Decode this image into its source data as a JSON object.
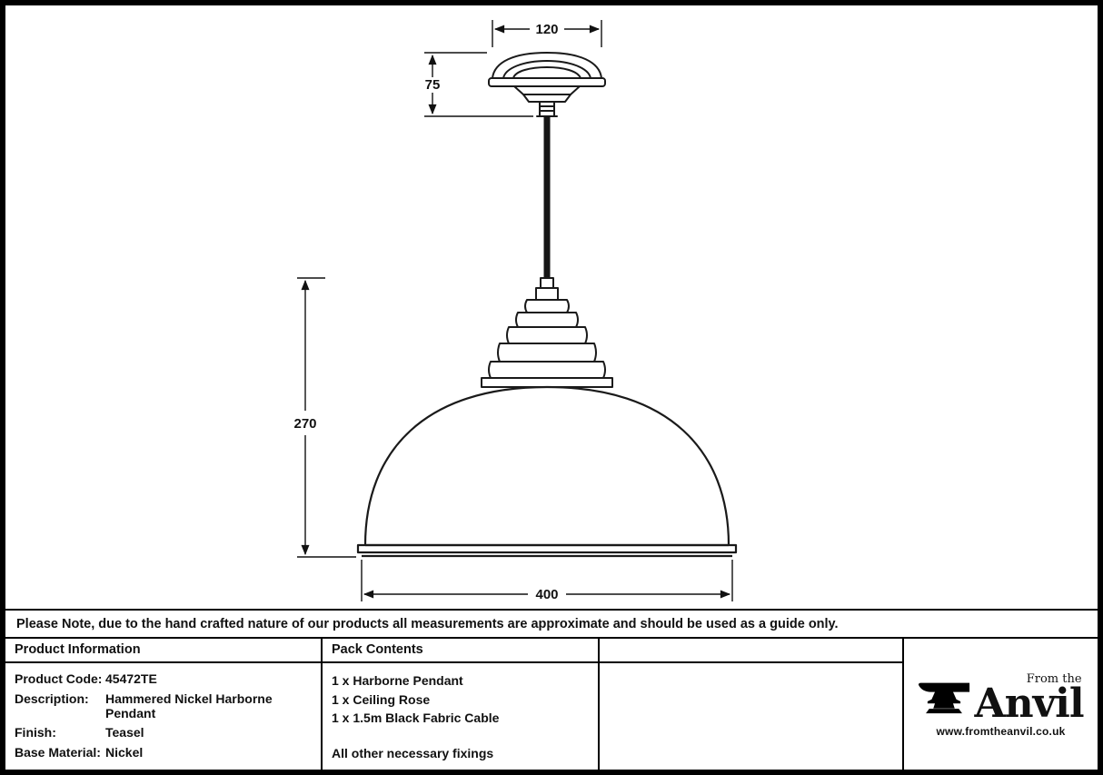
{
  "note": "Please Note, due to the hand crafted nature of our products all measurements are approximate and should be used as a guide only.",
  "drawing": {
    "dim_rose_width": "120",
    "dim_rose_height": "75",
    "dim_shade_height": "270",
    "dim_shade_width": "400"
  },
  "product_info": {
    "header": "Product Information",
    "rows": [
      {
        "label": "Product Code:",
        "value": "45472TE"
      },
      {
        "label": "Description:",
        "value": "Hammered Nickel Harborne Pendant"
      },
      {
        "label": "Finish:",
        "value": "Teasel"
      },
      {
        "label": "Base Material:",
        "value": "Nickel"
      }
    ]
  },
  "pack_contents": {
    "header": "Pack Contents",
    "items": [
      "1 x Harborne Pendant",
      "1 x Ceiling Rose",
      "1 x 1.5m Black Fabric Cable"
    ],
    "footer": "All other necessary fixings"
  },
  "logo": {
    "prefix": "From the",
    "name": "Anvil",
    "url": "www.fromtheanvil.co.uk"
  }
}
